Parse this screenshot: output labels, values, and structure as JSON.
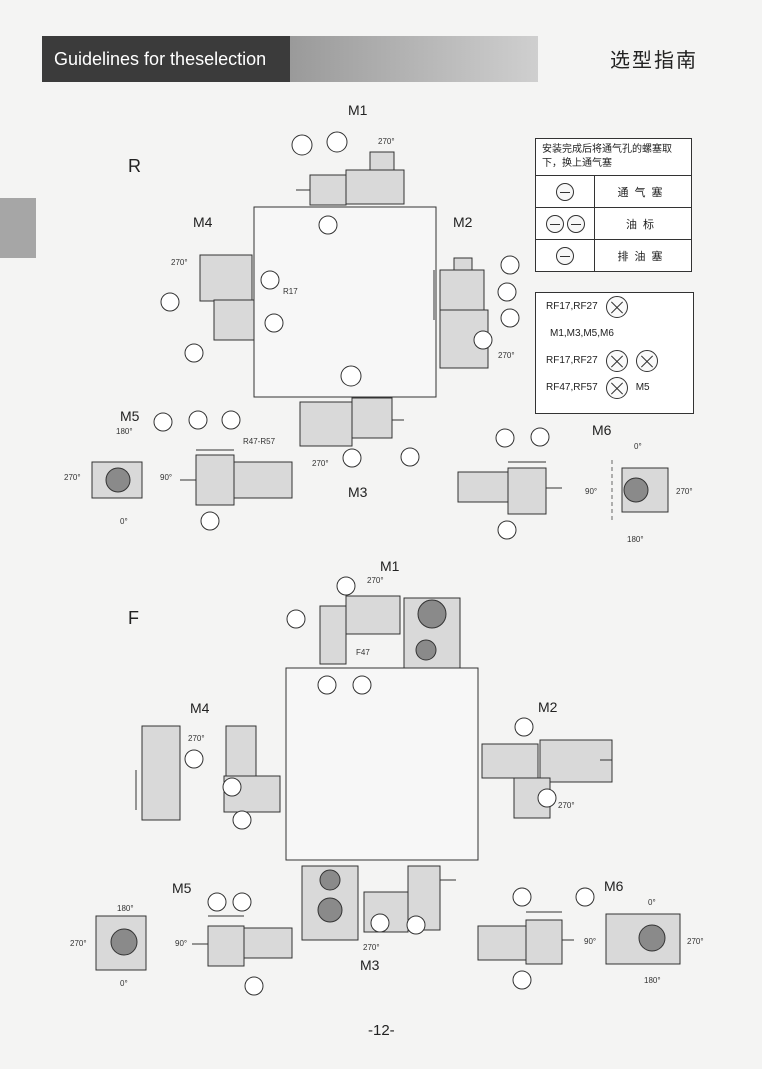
{
  "header": {
    "title_en": "Guidelines for theselection",
    "title_cn": "选型指南"
  },
  "section_r": {
    "label": "R",
    "positions": {
      "m1": "M1",
      "m2": "M2",
      "m3": "M3",
      "m4": "M4",
      "m5": "M5",
      "m6": "M6"
    },
    "callouts": {
      "r17": "R17",
      "r47_r57": "R47-R57"
    },
    "angles": {
      "a0": "0°",
      "a90": "90°",
      "a180": "180°",
      "a270": "270°"
    }
  },
  "section_f": {
    "label": "F",
    "positions": {
      "m1": "M1",
      "m2": "M2",
      "m3": "M3",
      "m4": "M4",
      "m5": "M5",
      "m6": "M6"
    },
    "callouts": {
      "f47": "F47"
    },
    "angles": {
      "a0": "0°",
      "a90": "90°",
      "a180": "180°",
      "a270": "270°"
    }
  },
  "legend": {
    "note": "安装完成后将通气孔的螺塞取下，换上通气塞",
    "items": [
      {
        "icon": "breather-plug-icon",
        "label": "通气塞"
      },
      {
        "icon": "oil-level-icon",
        "label": "油标"
      },
      {
        "icon": "drain-plug-icon",
        "label": "排油塞"
      }
    ]
  },
  "notes": {
    "row1": "RF17,RF27",
    "row2": "M1,M3,M5,M6",
    "row3": "RF17,RF27",
    "row4": "RF47,RF57",
    "row4_tag": "M5"
  },
  "page_number": "-12-"
}
